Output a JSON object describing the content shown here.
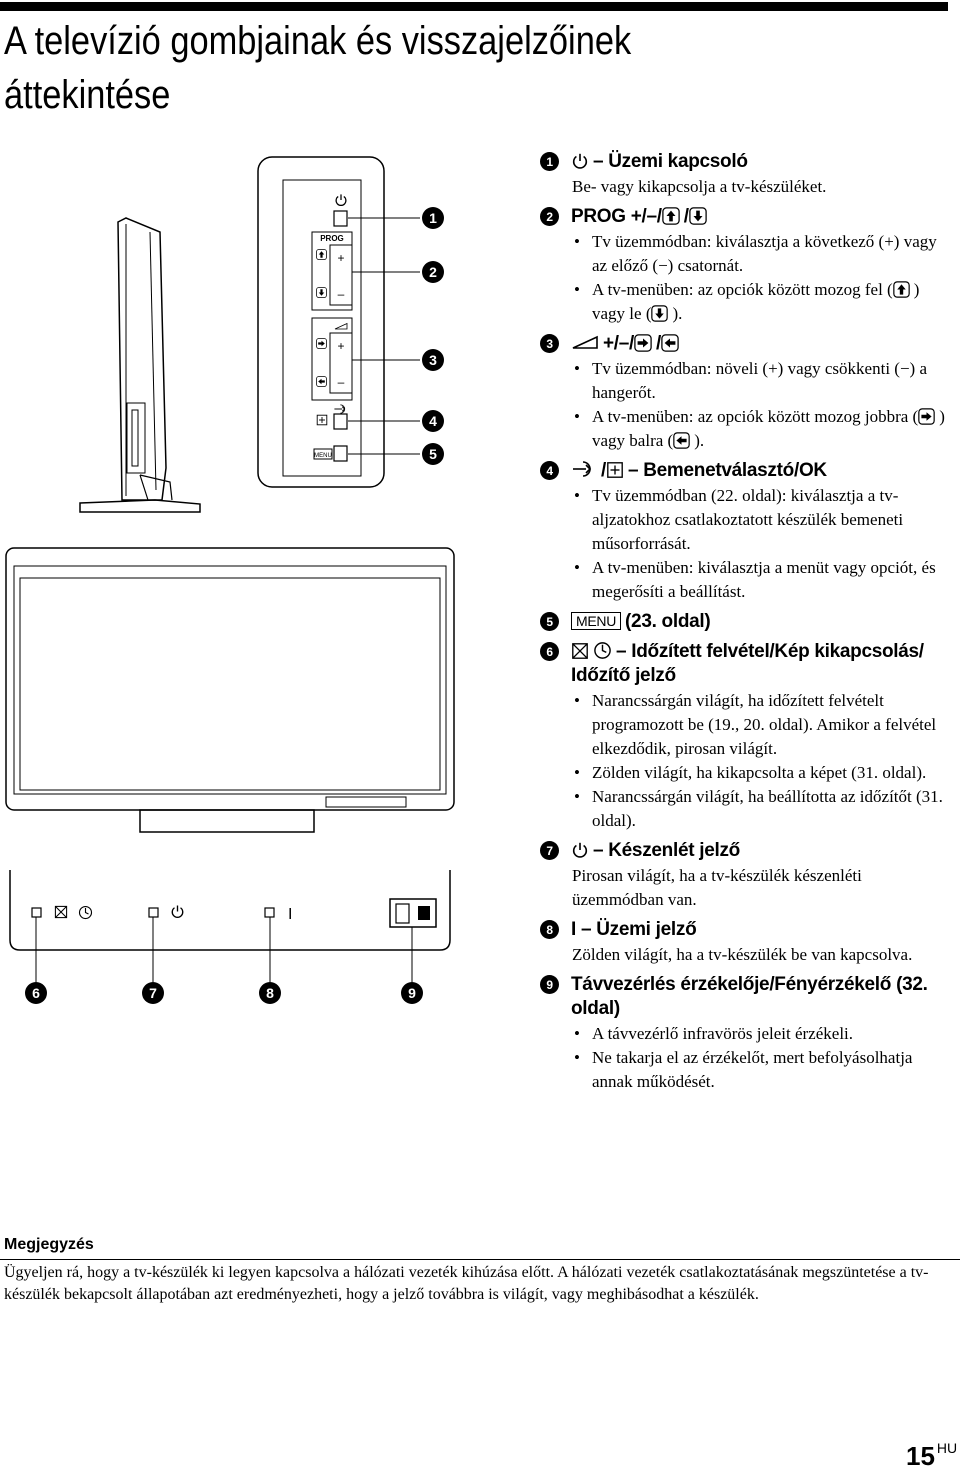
{
  "page": {
    "title": "A televízió gombjainak és visszajelzőinek áttekintése",
    "page_number": "15",
    "language_code": "HU"
  },
  "icons": {
    "power": "power-icon",
    "arrow_up": "arrow-up-key-icon",
    "arrow_down": "arrow-down-key-icon",
    "arrow_right": "arrow-right-key-icon",
    "arrow_left": "arrow-left-key-icon",
    "volume": "volume-wedge-icon",
    "input": "input-select-icon",
    "ok": "ok-icon",
    "menu": "menu-key-icon",
    "timer_rec": "timer-record-icon",
    "picture_off": "picture-off-icon"
  },
  "figure": {
    "panel_label_prog": "PROG",
    "panel_label_menu": "MENU",
    "panel_plus": "+",
    "panel_minus": "–",
    "callouts": [
      "1",
      "2",
      "3",
      "4",
      "5",
      "6",
      "7",
      "8",
      "9"
    ],
    "indicator_on_mark": "I"
  },
  "items": [
    {
      "num": "1",
      "heading": "– Üzemi kapcsoló",
      "desc": "Be- vagy kikapcsolja a tv-készüléket."
    },
    {
      "num": "2",
      "heading": "PROG +/–/",
      "heading_sep": "/",
      "bullets": [
        "Tv üzemmódban: kiválasztja a következő (+) vagy az előző (−) csatornát."
      ],
      "b2_pre": "A tv-menüben: az opciók között mozog fel (",
      "b2_mid": ") vagy le (",
      "b2_post": ")."
    },
    {
      "num": "3",
      "heading": "+/–/",
      "heading_sep": "/",
      "bullets": [
        "Tv üzemmódban: növeli (+) vagy csökkenti (−) a hangerőt."
      ],
      "b2_pre": "A tv-menüben: az opciók között mozog jobbra (",
      "b2_mid": ") vagy balra (",
      "b2_post": ")."
    },
    {
      "num": "4",
      "heading_sep": "/",
      "heading": "– Bemenetválasztó/OK",
      "bullets": [
        "Tv üzemmódban (22. oldal): kiválasztja a tv-aljzatokhoz csatlakoztatott készülék bemeneti műsorforrását.",
        "A tv-menüben: kiválasztja a menüt vagy opciót, és megerősíti a beállítást."
      ]
    },
    {
      "num": "5",
      "heading": "(23. oldal)"
    },
    {
      "num": "6",
      "heading": "– Időzített felvétel/Kép kikapcsolás/ Időzítő jelző",
      "bullets": [
        "Narancssárgán világít, ha időzített felvételt programozott be (19., 20. oldal). Amikor a felvétel elkezdődik, pirosan világít.",
        "Zölden világít, ha kikapcsolta a képet (31. oldal).",
        "Narancssárgán világít, ha beállította az időzítőt (31. oldal)."
      ]
    },
    {
      "num": "7",
      "heading": "– Készenlét jelző",
      "desc": "Pirosan világít, ha a tv-készülék készenléti üzemmódban van."
    },
    {
      "num": "8",
      "heading": "I – Üzemi jelző",
      "desc": "Zölden világít, ha a tv-készülék be van kapcsolva."
    },
    {
      "num": "9",
      "heading": "Távvezérlés érzékelője/Fényérzékelő (32. oldal)",
      "bullets": [
        "A távvezérlő infravörös jeleit érzékeli.",
        "Ne takarja el az érzékelőt, mert befolyásolhatja annak működését."
      ]
    }
  ],
  "note": {
    "title": "Megjegyzés",
    "text": "Ügyeljen rá, hogy a tv-készülék ki legyen kapcsolva a hálózati vezeték kihúzása előtt. A hálózati vezeték csatlakoztatásának megszüntetése a tv-készülék bekapcsolt állapotában azt eredményezheti, hogy a jelző továbbra is világít, vagy meghibásodhat a készülék."
  }
}
